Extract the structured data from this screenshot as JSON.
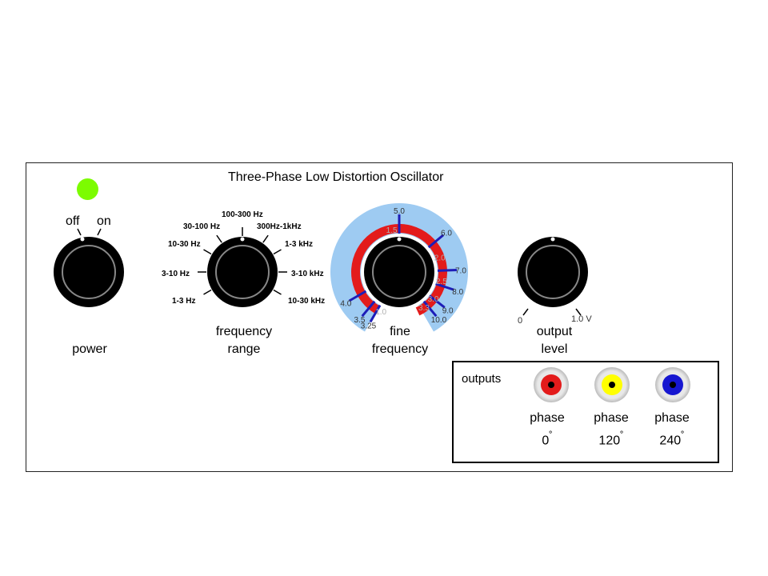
{
  "panel": {
    "title": "Three-Phase Low Distortion Oscillator"
  },
  "power": {
    "off_label": "off",
    "on_label": "on",
    "label": "power",
    "led_color": "#7CFC00"
  },
  "freq_range": {
    "label_line1": "frequency",
    "label_line2": "range",
    "positions": [
      "1-3 Hz",
      "3-10 Hz",
      "10-30 Hz",
      "30-100 Hz",
      "100-300 Hz",
      "300Hz-1kHz",
      "1-3 kHz",
      "3-10 kHz",
      "10-30 kHz"
    ]
  },
  "fine_freq": {
    "label_line1": "fine",
    "label_line2": "frequency",
    "outer_scale": [
      "3.25",
      "3.5",
      "4.0",
      "5.0",
      "6.0",
      "7.0",
      "8.0",
      "9.0",
      "10.0"
    ],
    "inner_scale": [
      "1.0",
      "1.5",
      "2.0",
      "2.5",
      "3.0",
      "3.3"
    ],
    "outer_color": "#9ecbf2",
    "inner_color": "#e31b1b",
    "tick_color": "#1d1db8"
  },
  "output_level": {
    "label_line1": "output",
    "label_line2": "level",
    "min_label": "0",
    "max_label": "1.0 V"
  },
  "outputs": {
    "title": "outputs",
    "jacks": [
      {
        "word": "phase",
        "angle": "0",
        "color": "#e31b1b"
      },
      {
        "word": "phase",
        "angle": "120",
        "color": "#ffff00"
      },
      {
        "word": "phase",
        "angle": "240",
        "color": "#1616d0"
      }
    ],
    "degree_symbol": "˚"
  }
}
